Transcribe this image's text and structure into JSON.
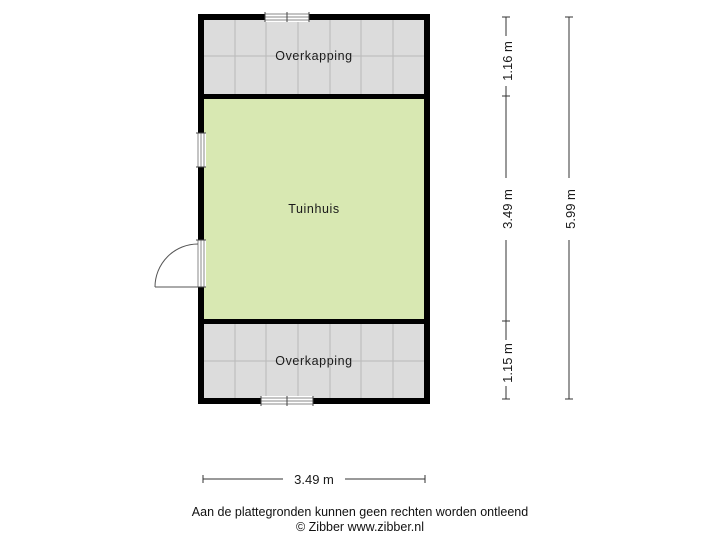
{
  "floor_plan": {
    "rooms": [
      {
        "name": "Overkapping",
        "fill": "#dcdcdc"
      },
      {
        "name": "Tuinhuis",
        "fill": "#d8e8b2"
      },
      {
        "name": "Overkapping",
        "fill": "#dcdcdc"
      }
    ],
    "dimensions": {
      "top_section": "1.16 m",
      "middle_section": "3.49 m",
      "bottom_section": "1.15 m",
      "total_depth": "5.99 m",
      "width": "3.49 m"
    },
    "colors": {
      "wall": "#000000",
      "tile_line": "#b9b9b9",
      "dimension_line": "#333333"
    }
  },
  "footer": {
    "disclaimer": "Aan de plattegronden kunnen geen rechten worden ontleend",
    "copyright": "© Zibber www.zibber.nl"
  }
}
